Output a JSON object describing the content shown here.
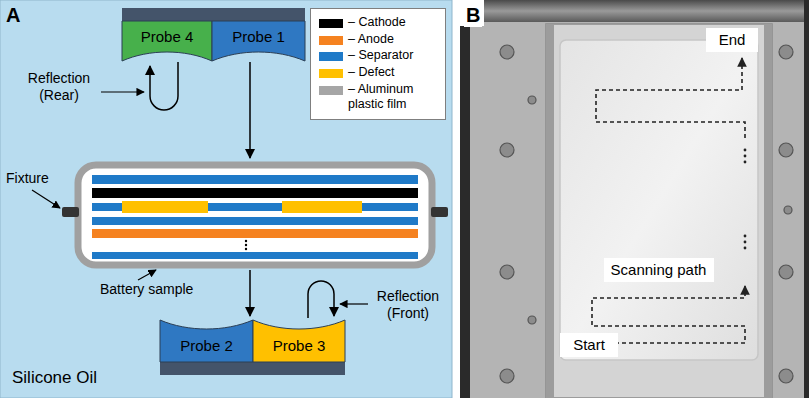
{
  "diagram": {
    "nodes": [
      {
        "text": [
          "Probe 4"
        ]
      },
      {
        "text": [
          "Probe 1"
        ]
      },
      {
        "text": [
          "Probe 2"
        ]
      },
      {
        "text": [
          "Probe 3"
        ]
      },
      {
        "text": [
          "End"
        ]
      },
      {
        "text": [
          "Scanning path"
        ]
      },
      {
        "text": [
          "Start"
        ]
      }
    ],
    "labels": [
      "A",
      "Reflection (Rear)",
      "Fixture",
      "Battery sample",
      "Reflection (Front)",
      "Silicone Oil",
      "B"
    ],
    "legend": [
      {
        "text": "– Cathode",
        "color": "#000000"
      },
      {
        "text": "– Anode",
        "color": "#f58220"
      },
      {
        "text": "– Separator",
        "color": "#1f7ac8"
      },
      {
        "text": "– Defect",
        "color": "#ffc000"
      },
      {
        "text": "– Aluminum plastic film",
        "color": "#a6a6a6"
      }
    ]
  }
}
